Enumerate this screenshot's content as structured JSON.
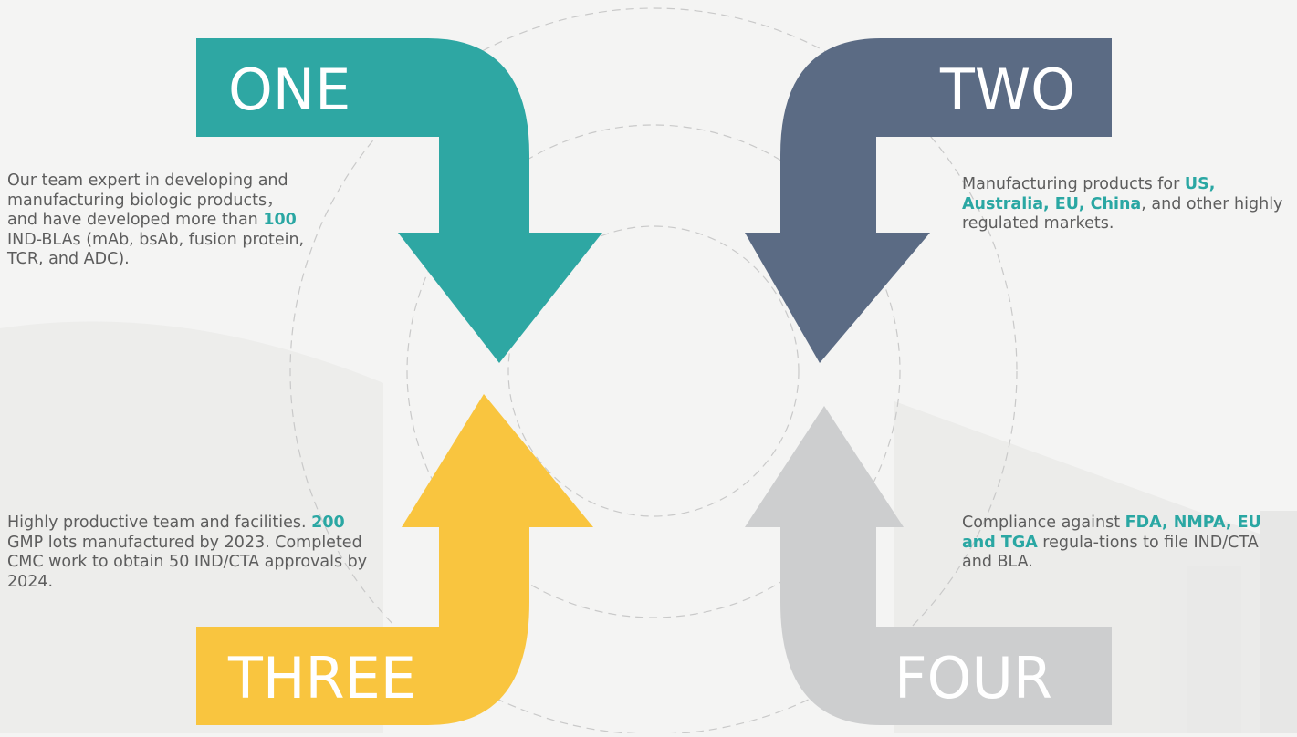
{
  "colors": {
    "one": "#2ea7a3",
    "two": "#5b6b84",
    "three": "#f9c53f",
    "four": "#cdcecf",
    "highlight": "#2aa7a3",
    "body_text": "#5d5d5d"
  },
  "steps": [
    {
      "label": "ONE",
      "text": [
        {
          "t": "Our team expert in developing and manufacturing biologic products，and have developed more than "
        },
        {
          "t": "100",
          "b": true
        },
        {
          "t": " IND-BLAs (mAb, bsAb, fusion protein, TCR, and ADC)."
        }
      ]
    },
    {
      "label": "TWO",
      "text": [
        {
          "t": "Manufacturing products for "
        },
        {
          "t": "US, Australia, EU, China",
          "b": true
        },
        {
          "t": ", and other highly regulated markets."
        }
      ]
    },
    {
      "label": "THREE",
      "text": [
        {
          "t": "Highly productive team and facilities. "
        },
        {
          "t": "200",
          "b": true
        },
        {
          "t": " GMP lots manufactured by 2023. Completed CMC work to obtain 50 IND/CTA approvals by 2024."
        }
      ]
    },
    {
      "label": "FOUR",
      "text": [
        {
          "t": "Compliance against "
        },
        {
          "t": "FDA, NMPA, EU and TGA",
          "b": true
        },
        {
          "t": " regula-tions to file IND/CTA and BLA."
        }
      ]
    }
  ]
}
